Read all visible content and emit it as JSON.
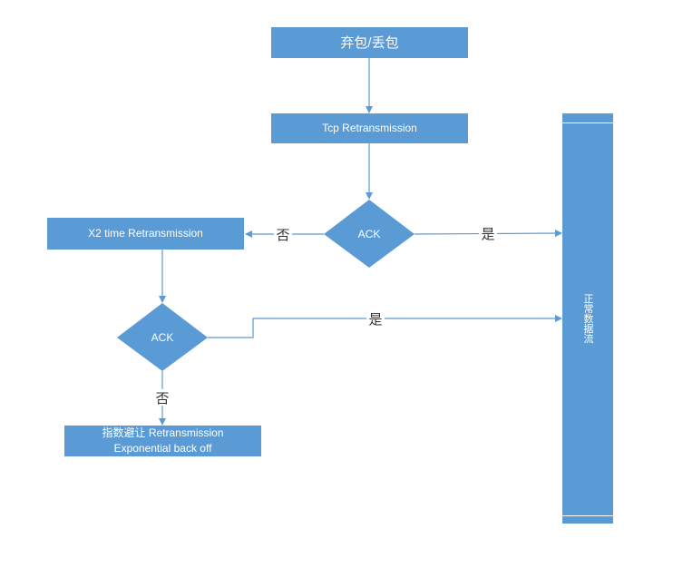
{
  "nodes": {
    "discard": "弃包/丢包",
    "tcp_retransmission": "Tcp Retransmission",
    "ack1": "ACK",
    "x2_retransmission": "X2 time  Retransmission",
    "ack2": "ACK",
    "exp_backoff_line1": "指数避让  Retransmission",
    "exp_backoff_line2": "Exponential back off",
    "normal_data_flow": "正常数据流"
  },
  "edges": {
    "ack1_no": "否",
    "ack1_yes": "是",
    "ack2_yes": "是",
    "ack2_no": "否"
  },
  "colors": {
    "node_fill": "#5b9bd5",
    "connector": "#5b9bd5",
    "node_text": "#ffffff"
  }
}
